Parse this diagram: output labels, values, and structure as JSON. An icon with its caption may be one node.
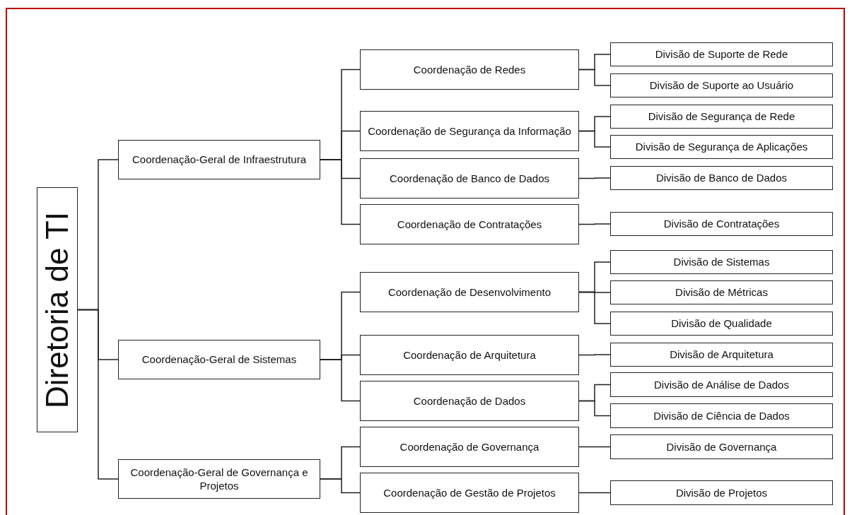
{
  "diagram": {
    "nodes": [
      {
        "text": [
          "Diretoria de TI"
        ]
      },
      {
        "text": [
          "Coordenação-Geral de Infraestrutura"
        ]
      },
      {
        "text": [
          "Coordenação de Redes"
        ]
      },
      {
        "text": [
          "Divisão de Suporte de Rede"
        ]
      },
      {
        "text": [
          "Divisão de Suporte ao Usuário"
        ]
      },
      {
        "text": [
          "Coordenação de Segurança da Informação"
        ]
      },
      {
        "text": [
          "Divisão de Segurança de Rede"
        ]
      },
      {
        "text": [
          "Divisão de Segurança de Aplicações"
        ]
      },
      {
        "text": [
          "Coordenação de Banco de Dados"
        ]
      },
      {
        "text": [
          "Divisão de Banco de Dados"
        ]
      },
      {
        "text": [
          "Coordenação de Contratações"
        ]
      },
      {
        "text": [
          "Divisão de Contratações"
        ]
      },
      {
        "text": [
          "Coordenação-Geral de Sistemas"
        ]
      },
      {
        "text": [
          "Coordenação de Desenvolvimento"
        ]
      },
      {
        "text": [
          "Divisão de Sistemas"
        ]
      },
      {
        "text": [
          "Divisão de Métricas"
        ]
      },
      {
        "text": [
          "Divisão de Qualidade"
        ]
      },
      {
        "text": [
          "Coordenação de Arquitetura"
        ]
      },
      {
        "text": [
          "Divisão de Arquitetura"
        ]
      },
      {
        "text": [
          "Coordenação de Dados"
        ]
      },
      {
        "text": [
          "Divisão de Análise de Dados"
        ]
      },
      {
        "text": [
          "Divisão de Ciência de Dados"
        ]
      },
      {
        "text": [
          "Coordenação-Geral de Governança e Projetos"
        ]
      },
      {
        "text": [
          "Coordenação de Governança"
        ]
      },
      {
        "text": [
          "Divisão de Governança"
        ]
      },
      {
        "text": [
          "Coordenação de Gestão de Projetos"
        ]
      },
      {
        "text": [
          "Divisão de Projetos"
        ]
      }
    ],
    "edges": [
      {
        "from": 0,
        "to": 1,
        "arrow": "none"
      },
      {
        "from": 0,
        "to": 12,
        "arrow": "none"
      },
      {
        "from": 0,
        "to": 22,
        "arrow": "none"
      },
      {
        "from": 1,
        "to": 2,
        "arrow": "none"
      },
      {
        "from": 1,
        "to": 5,
        "arrow": "none"
      },
      {
        "from": 1,
        "to": 8,
        "arrow": "none"
      },
      {
        "from": 1,
        "to": 10,
        "arrow": "none"
      },
      {
        "from": 2,
        "to": 3,
        "arrow": "none"
      },
      {
        "from": 2,
        "to": 4,
        "arrow": "none"
      },
      {
        "from": 5,
        "to": 6,
        "arrow": "none"
      },
      {
        "from": 5,
        "to": 7,
        "arrow": "none"
      },
      {
        "from": 8,
        "to": 9,
        "arrow": "none"
      },
      {
        "from": 10,
        "to": 11,
        "arrow": "none"
      },
      {
        "from": 12,
        "to": 13,
        "arrow": "none"
      },
      {
        "from": 12,
        "to": 17,
        "arrow": "none"
      },
      {
        "from": 12,
        "to": 19,
        "arrow": "none"
      },
      {
        "from": 13,
        "to": 14,
        "arrow": "none"
      },
      {
        "from": 13,
        "to": 15,
        "arrow": "none"
      },
      {
        "from": 13,
        "to": 16,
        "arrow": "none"
      },
      {
        "from": 17,
        "to": 18,
        "arrow": "none"
      },
      {
        "from": 19,
        "to": 20,
        "arrow": "none"
      },
      {
        "from": 19,
        "to": 21,
        "arrow": "none"
      },
      {
        "from": 22,
        "to": 23,
        "arrow": "none"
      },
      {
        "from": 22,
        "to": 25,
        "arrow": "none"
      },
      {
        "from": 23,
        "to": 24,
        "arrow": "none"
      },
      {
        "from": 25,
        "to": 26,
        "arrow": "none"
      }
    ]
  }
}
